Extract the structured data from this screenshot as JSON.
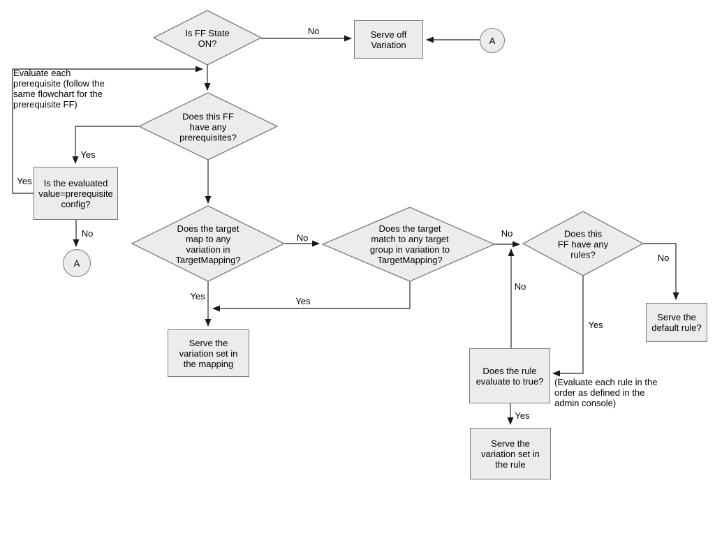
{
  "colors": {
    "shape_fill": "#ececec",
    "shape_border": "#7a7a7a",
    "connector": "#444444",
    "text": "#000000",
    "background": "#ffffff"
  },
  "nodes": {
    "is_ff_state_on": {
      "text": "Is FF State\nON?"
    },
    "serve_off_variation": {
      "text": "Serve off\nVariation"
    },
    "connector_a_top": {
      "text": "A"
    },
    "has_prerequisites": {
      "text": "Does this FF\nhave any\nprerequisites?"
    },
    "evaluated_value_config": {
      "text": "Is the evaluated\nvalue=prerequisite\nconfig?"
    },
    "connector_a_bottom": {
      "text": "A"
    },
    "target_map_variation": {
      "text": "Does the target\nmap to any\nvariation in\nTargetMapping?"
    },
    "target_match_group": {
      "text": "Does the target\nmatch to any target\ngroup in variation to\nTargetMapping?"
    },
    "has_rules": {
      "text": "Does this\nFF have any\nrules?"
    },
    "serve_variation_mapping": {
      "text": "Serve the\nvariation set in\nthe mapping"
    },
    "serve_default_rule": {
      "text": "Serve the\ndefault rule?"
    },
    "rule_evaluates_true": {
      "text": "Does the rule\nevaluate to true?"
    },
    "serve_variation_rule": {
      "text": "Serve the\nvariation set in\nthe rule"
    }
  },
  "edge_labels": {
    "ff_state_no": "No",
    "prerequisites_yes": "Yes",
    "evaluated_loop_yes": "Yes",
    "evaluated_no": "No",
    "map_no": "No",
    "map_yes": "Yes",
    "match_yes": "Yes",
    "match_no": "No",
    "rule_eval_no": "No",
    "rules_no": "No",
    "rules_yes": "Yes",
    "rule_eval_yes": "Yes"
  },
  "annotations": {
    "prerequisite_note": "Evaluate each\nprerequisite (follow the\nsame flowchart for the\nprerequisite FF)",
    "rule_order_note": "(Evaluate each rule in the\norder as defined in the\nadmin console)"
  }
}
